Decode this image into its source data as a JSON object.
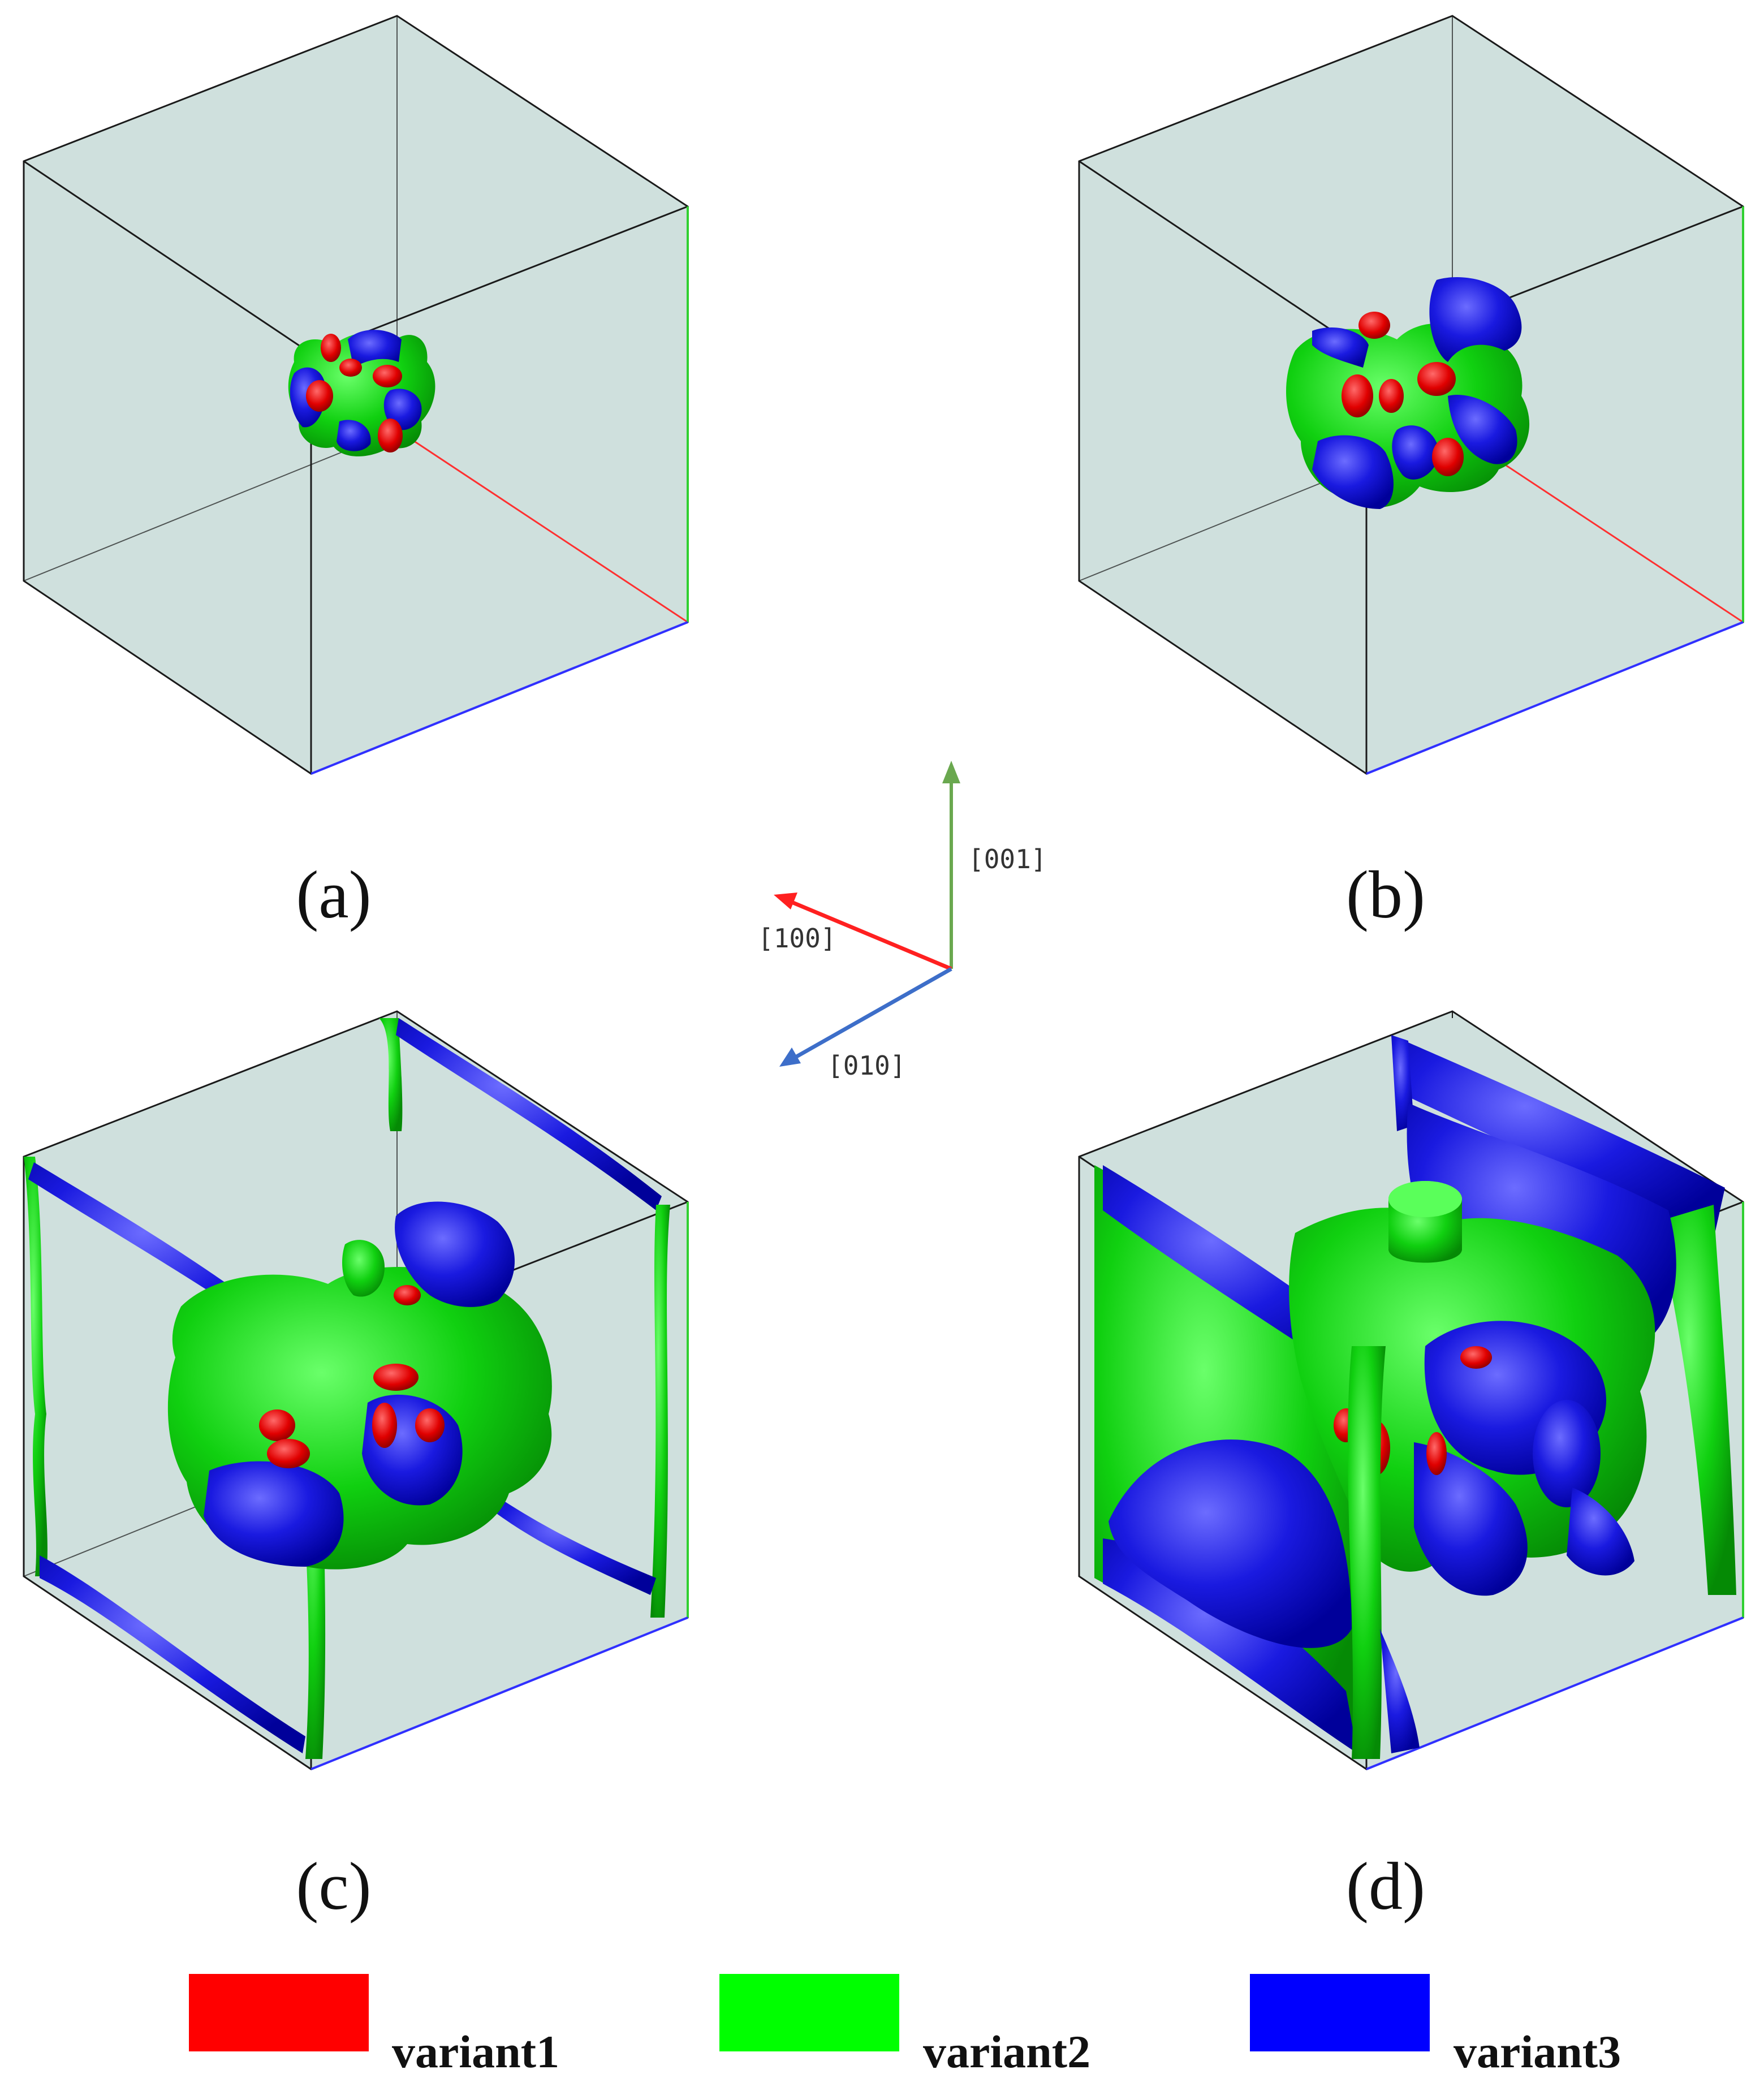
{
  "panels": [
    {
      "id": "a",
      "label": "(a)"
    },
    {
      "id": "b",
      "label": "(b)"
    },
    {
      "id": "c",
      "label": "(c)"
    },
    {
      "id": "d",
      "label": "(d)"
    }
  ],
  "axes": {
    "z": {
      "label": "[001]",
      "color": "#6aa84f"
    },
    "x": {
      "label": "[100]",
      "color": "#ff2020"
    },
    "y": {
      "label": "[010]",
      "color": "#3d6ec9"
    }
  },
  "legend": [
    {
      "label": "variant1",
      "color": "#ff0000"
    },
    {
      "label": "variant2",
      "color": "#00ff00"
    },
    {
      "label": "variant3",
      "color": "#0000ff"
    }
  ],
  "colors": {
    "box_fill": "#cfe0dd",
    "variant1_shade": "#e00000",
    "variant2_shade": "#12c812",
    "variant3_shade": "#1010d8"
  }
}
